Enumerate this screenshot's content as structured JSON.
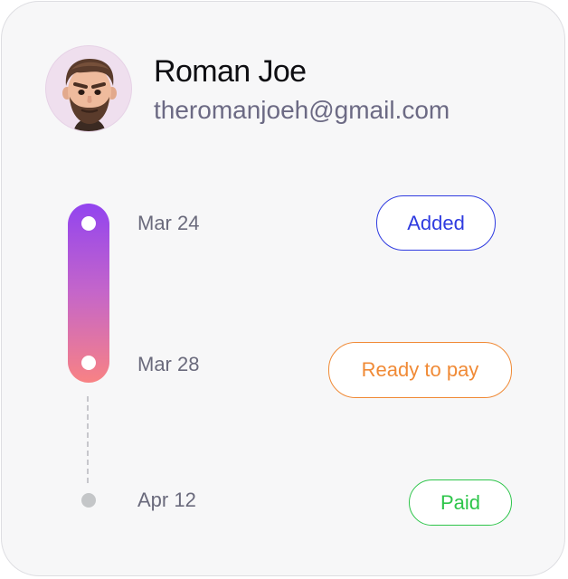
{
  "user": {
    "name": "Roman Joe",
    "email": "theromanjoeh@gmail.com"
  },
  "timeline": {
    "progress": 0.5,
    "events": [
      {
        "date": "Mar 24",
        "status": "Added",
        "status_color": "#2f3be0"
      },
      {
        "date": "Mar 28",
        "status": "Ready to pay",
        "status_color": "#f08a36"
      },
      {
        "date": "Apr 12",
        "status": "Paid",
        "status_color": "#2dc54a"
      }
    ]
  },
  "colors": {
    "progress_gradient_top": "#9244ef",
    "progress_gradient_bottom": "#f88284",
    "pending_dot": "#c4c6c8",
    "avatar_background": "#efdfee"
  },
  "icons": {
    "avatar": "memoji-avatar"
  }
}
